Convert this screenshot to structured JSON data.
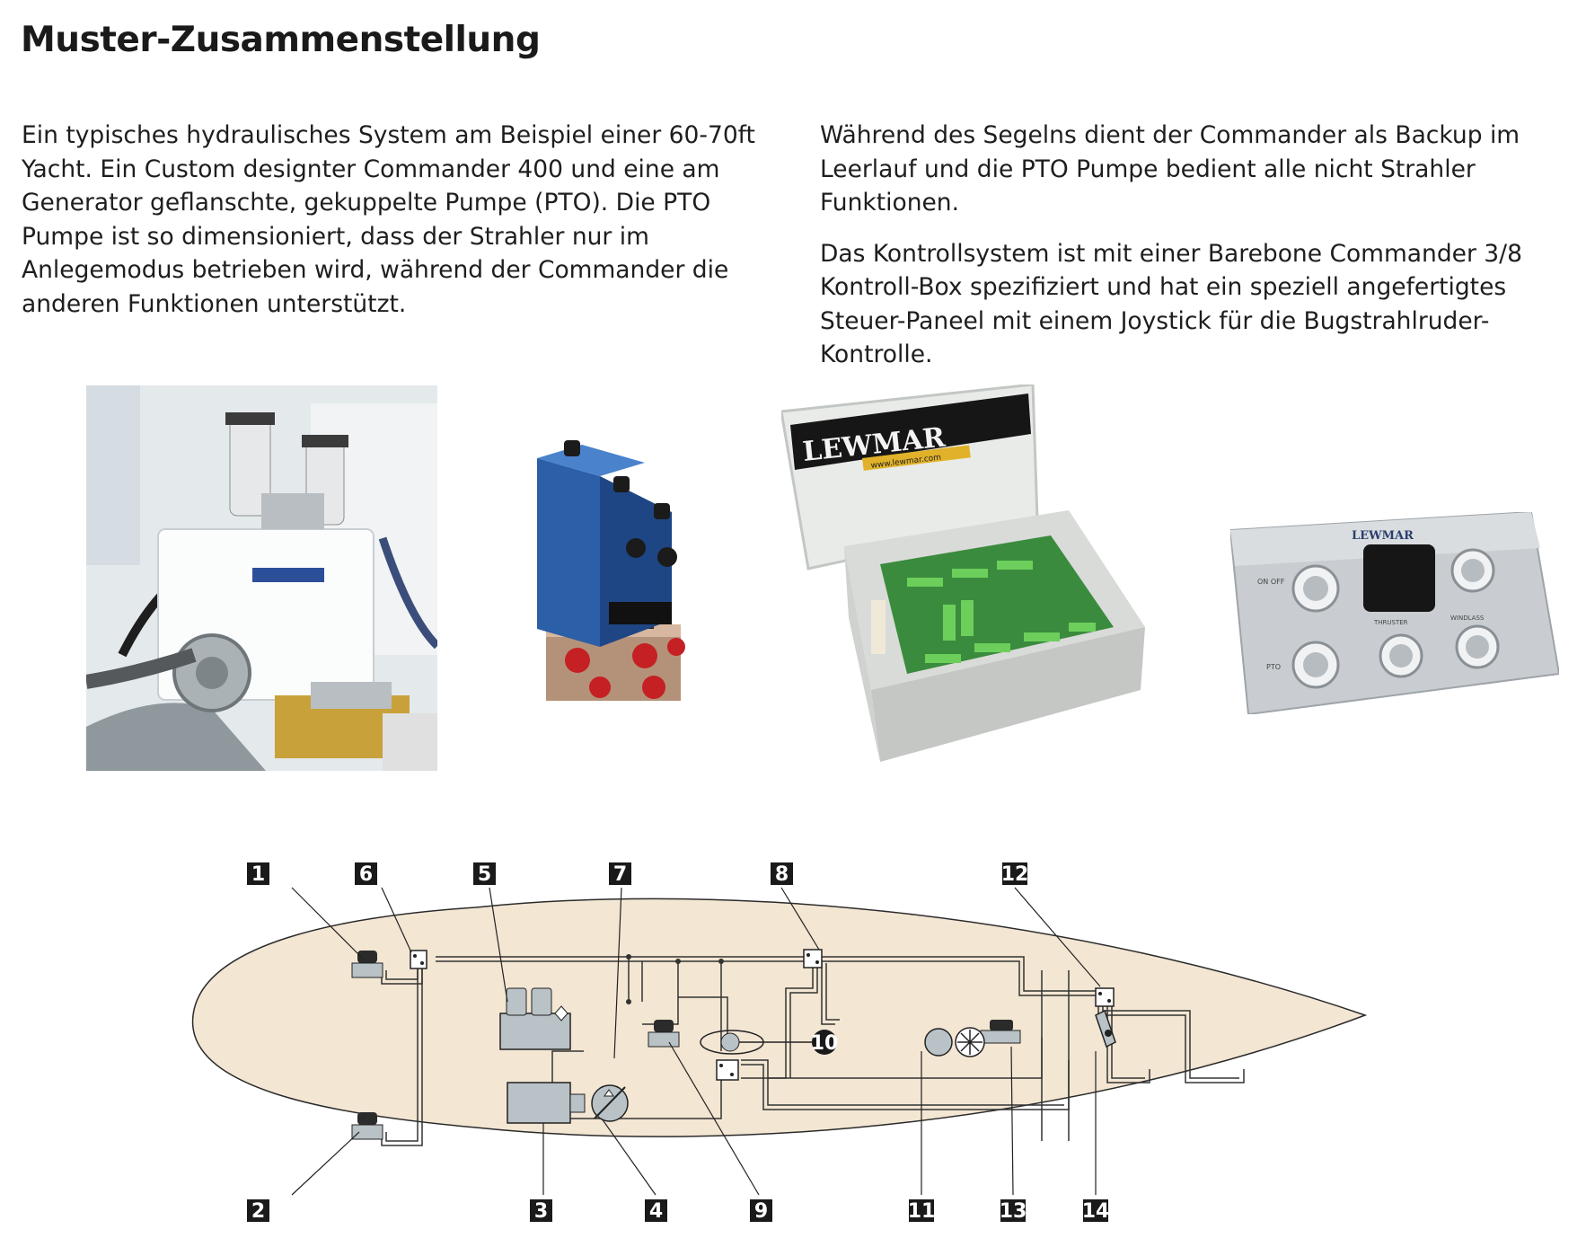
{
  "title": "Muster-Zusammenstellung",
  "left_paragraph": "Ein typisches hydraulisches System am Beispiel einer 60-70ft Yacht. Ein Custom designter Commander 400 und eine am Generator geflanschte, gekuppelte Pumpe (PTO). Die PTO Pumpe ist so dimensioniert, dass der Strahler nur im Anlegemodus betrieben wird, während der Commander die anderen Funktionen unterstützt.",
  "right_paragraphs": [
    "Während des Segelns dient der Commander als Backup im Leerlauf und die PTO Pumpe bedient alle nicht Strahler Funktionen.",
    "Das Kontrollsystem ist mit einer Barebone Commander 3/8 Kontroll-Box spezifiziert und hat ein speziell angefertigtes Steuer-Paneel mit einem Joystick für die Bugstrahlruder-Kontrolle."
  ],
  "photos": {
    "box_logo": "LEWMAR",
    "box_url": "www.lewmar.com",
    "panel_logo": "LEWMAR",
    "panel_labels": [
      "ON OFF",
      "PTO",
      "THRUSTER",
      "WINDLASS"
    ]
  },
  "diagram": {
    "labels": [
      "1",
      "2",
      "3",
      "4",
      "5",
      "6",
      "7",
      "8",
      "9",
      "10",
      "11",
      "12",
      "13",
      "14"
    ]
  },
  "colors": {
    "hull_fill": "#f3e6d3",
    "badge": "#1a1a1a",
    "component_grey": "#b9c2c6"
  }
}
